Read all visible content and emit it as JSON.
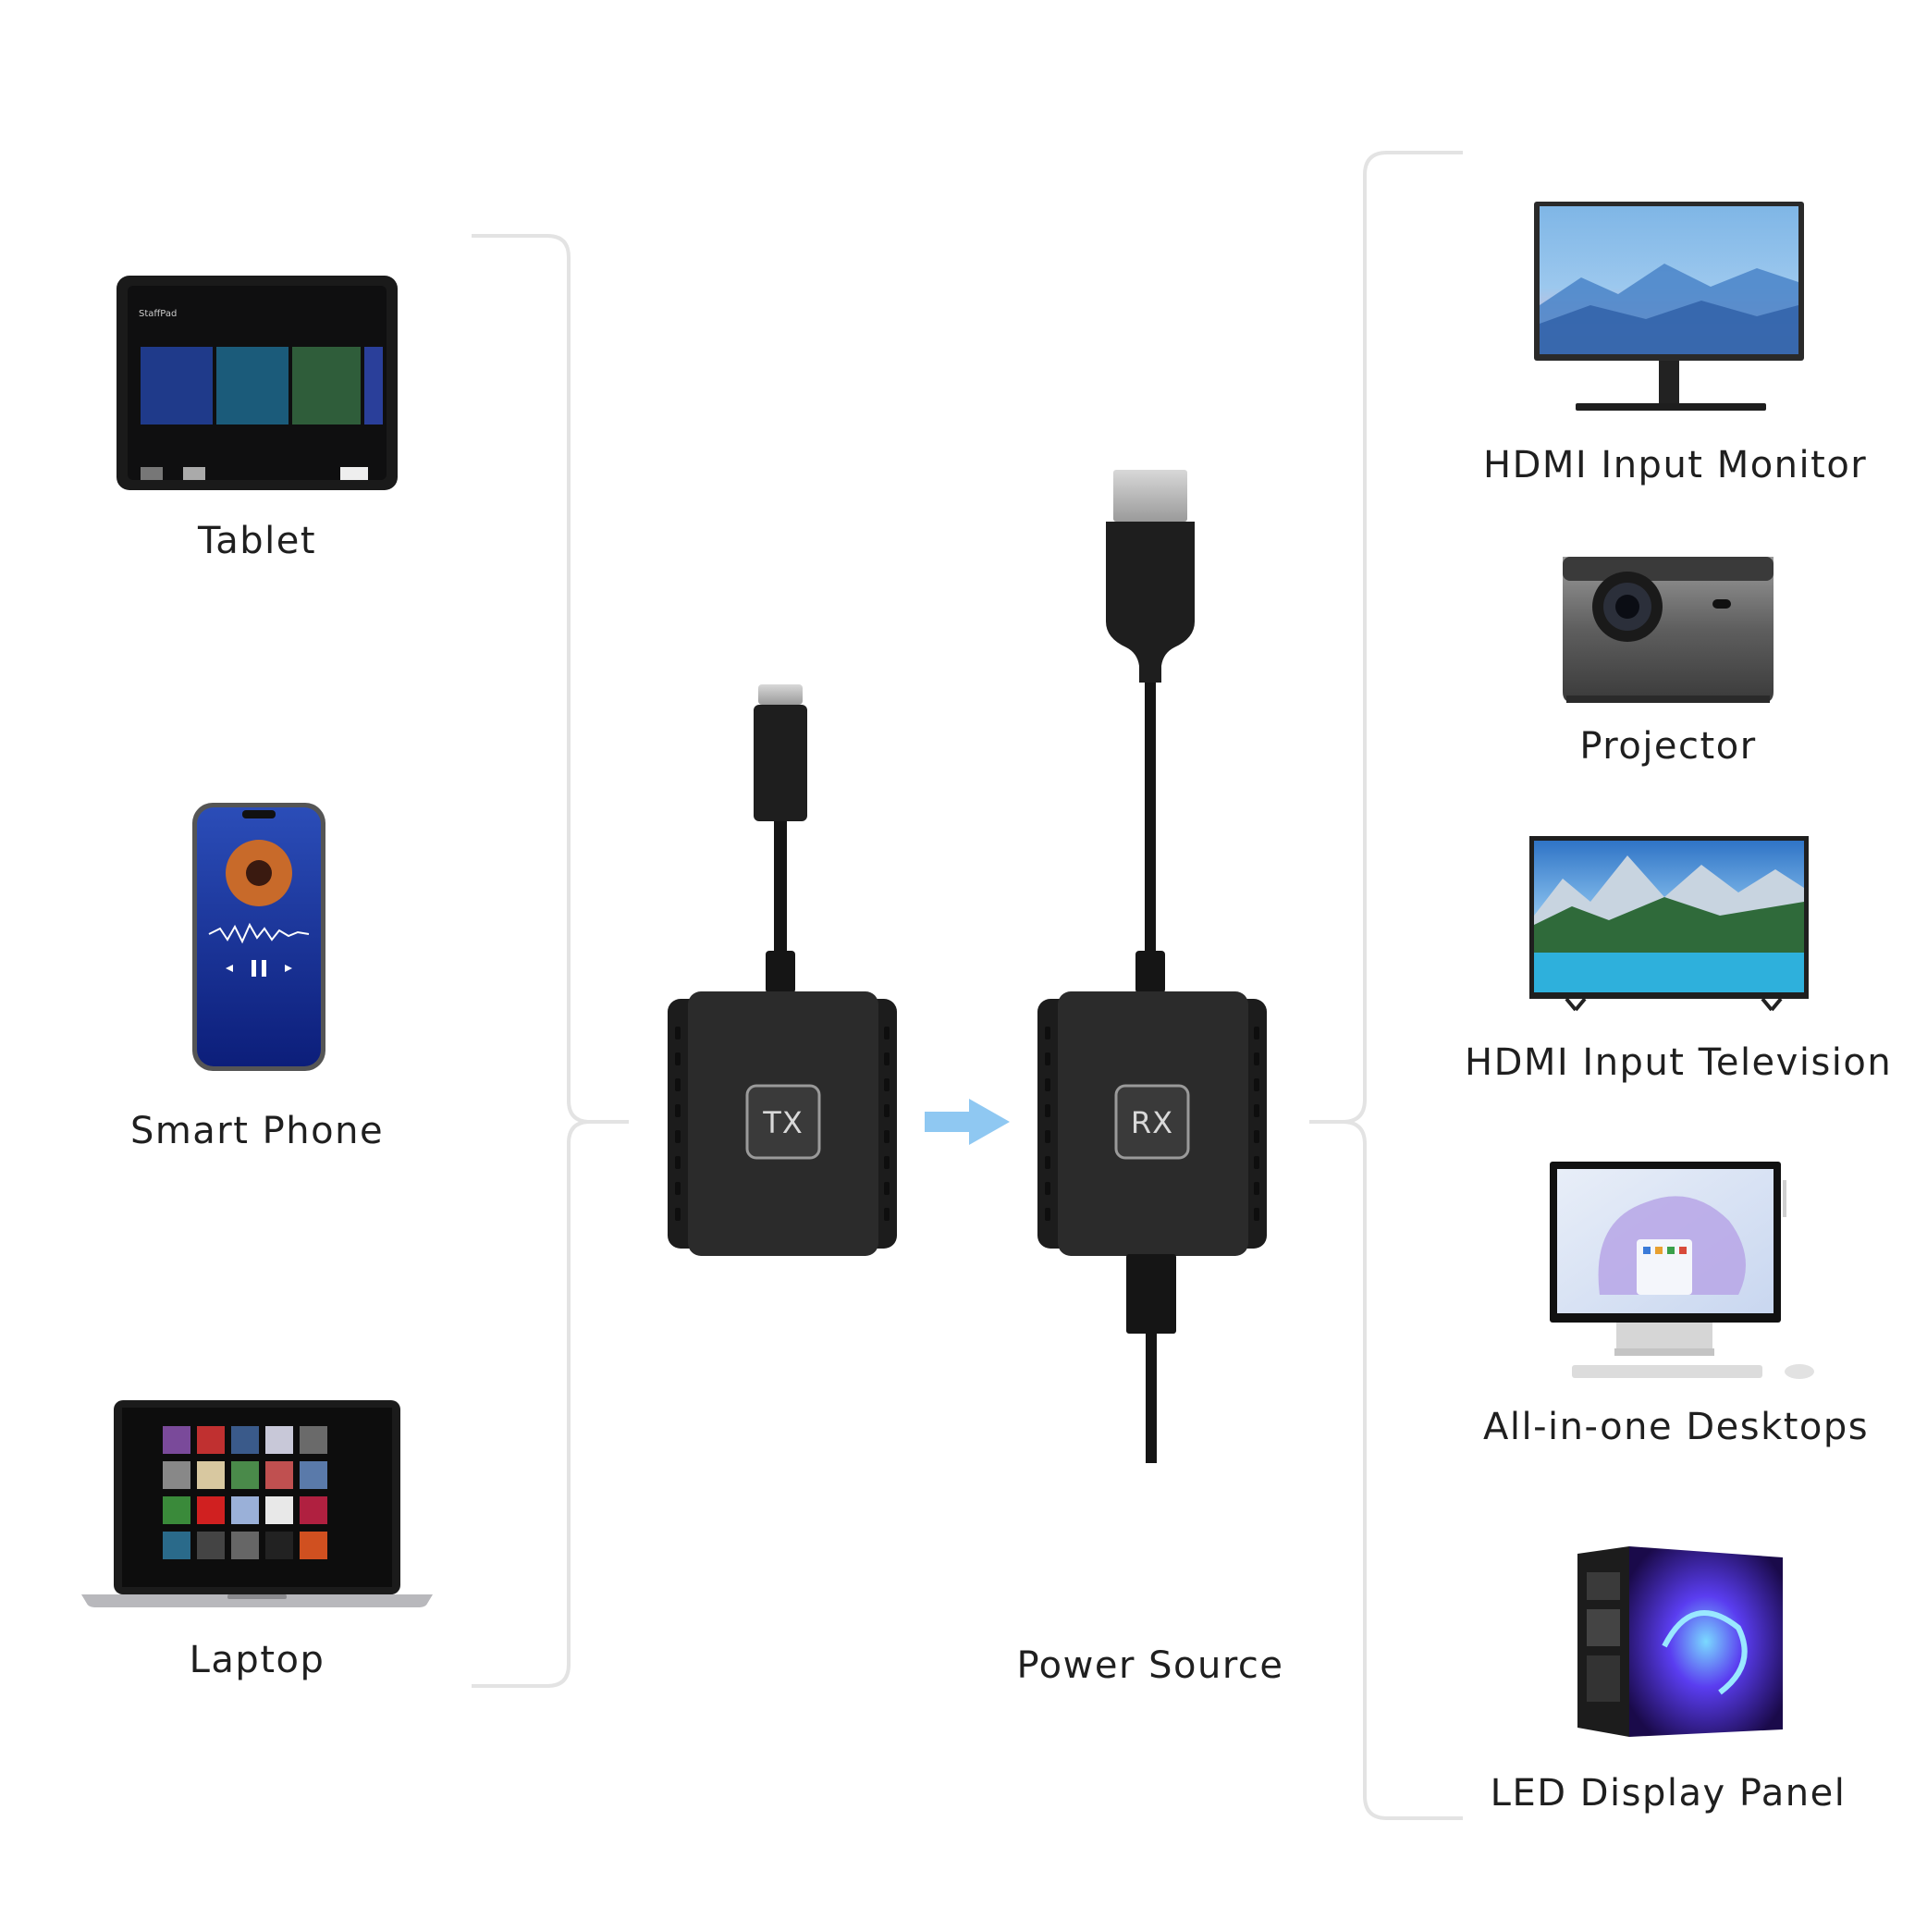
{
  "sources": [
    {
      "label": "Tablet",
      "icon": "tablet-icon"
    },
    {
      "label": "Smart Phone",
      "icon": "smartphone-icon"
    },
    {
      "label": "Laptop",
      "icon": "laptop-icon"
    }
  ],
  "devices": {
    "transmitter_badge": "TX",
    "receiver_badge": "RX",
    "power_label": "Power Source"
  },
  "displays": [
    {
      "label": "HDMI Input Monitor",
      "icon": "monitor-icon"
    },
    {
      "label": "Projector",
      "icon": "projector-icon"
    },
    {
      "label": "HDMI Input Television",
      "icon": "television-icon"
    },
    {
      "label": "All-in-one Desktops",
      "icon": "all-in-one-desktop-icon"
    },
    {
      "label": "LED Display Panel",
      "icon": "led-panel-icon"
    }
  ],
  "colors": {
    "device_body": "#2b2b2b",
    "bracket": "#e3e3e3",
    "arrow": "#8fc8f2",
    "cable": "#151515"
  }
}
